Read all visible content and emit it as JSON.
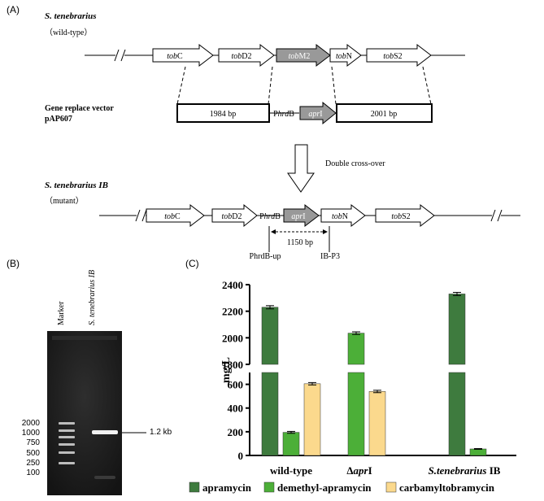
{
  "panel_a": {
    "label": "(A)",
    "wildtype": {
      "species": "S. tenebrarius",
      "strain": "（wild-type）"
    },
    "vector": {
      "line1": "Gene replace vector",
      "line2": "pAP607"
    },
    "mutant": {
      "species": "S. tenebrarius IB",
      "strain": "（mutant）"
    },
    "wt_genes": [
      {
        "pre": "tob",
        "post": "C"
      },
      {
        "pre": "tob",
        "post": "D2"
      },
      {
        "pre": "tob",
        "post": "M2"
      },
      {
        "pre": "tob",
        "post": "N"
      },
      {
        "pre": "tob",
        "post": "S2"
      }
    ],
    "vector_parts": {
      "left_arm": "1984 bp",
      "promoter_pre": "P",
      "promoter_it": "hrd",
      "promoter_post": "B",
      "marker_pre": "apr",
      "marker_post": "I",
      "right_arm": "2001 bp"
    },
    "crossover": "Double cross-over",
    "mutant_genes": [
      {
        "pre": "tob",
        "post": "C"
      },
      {
        "pre": "tob",
        "post": "D2"
      },
      {
        "pre": "tob",
        "post": "N"
      },
      {
        "pre": "tob",
        "post": "S2"
      }
    ],
    "fragment": "1150 bp",
    "primer_left": "PhrdB-up",
    "primer_right": "IB-P3"
  },
  "panel_b": {
    "label": "(B)",
    "lane_marker": "Marker",
    "lane_sample": "S. tenebrarius IB",
    "ladder": [
      "2000",
      "1000",
      "750",
      "500",
      "250",
      "100"
    ],
    "band": "1.2 kb"
  },
  "panel_c": {
    "label": "(C)"
  },
  "colors": {
    "apramycin": "#3e7b3e",
    "demethyl": "#4caf38",
    "carbamyl": "#fbd98d",
    "gene_grey": "#999999"
  },
  "chart_data": {
    "type": "bar",
    "ylabel": "mg/L",
    "broken_axis": true,
    "ylim_lower": [
      0,
      700
    ],
    "ylim_upper": [
      1800,
      2400
    ],
    "yticks_lower": [
      "0",
      "200",
      "400",
      "600"
    ],
    "yticks_upper": [
      "1800",
      "2000",
      "2200",
      "2400"
    ],
    "categories": [
      "wild-type",
      "ΔaprI",
      "S.tenebrarius IB"
    ],
    "category_labels": [
      {
        "pre": "wild-type",
        "it": "",
        "post": ""
      },
      {
        "pre": "Δ",
        "it": "apr",
        "post": "I"
      },
      {
        "pre": "",
        "it": "S.tenebrarius",
        "post": " IB"
      }
    ],
    "series": [
      {
        "name": "apramycin",
        "values": [
          2230,
          null,
          2330
        ],
        "errors": [
          12,
          null,
          12
        ],
        "color": "#3e7b3e"
      },
      {
        "name": "demethyl-apramycin",
        "values": [
          195,
          2035,
          55
        ],
        "errors": [
          8,
          10,
          3
        ],
        "color": "#4caf38"
      },
      {
        "name": "carbamyltobramycin",
        "values": [
          605,
          540,
          null
        ],
        "errors": [
          10,
          10,
          null
        ],
        "color": "#fbd98d"
      }
    ],
    "legend_position": "bottom"
  }
}
